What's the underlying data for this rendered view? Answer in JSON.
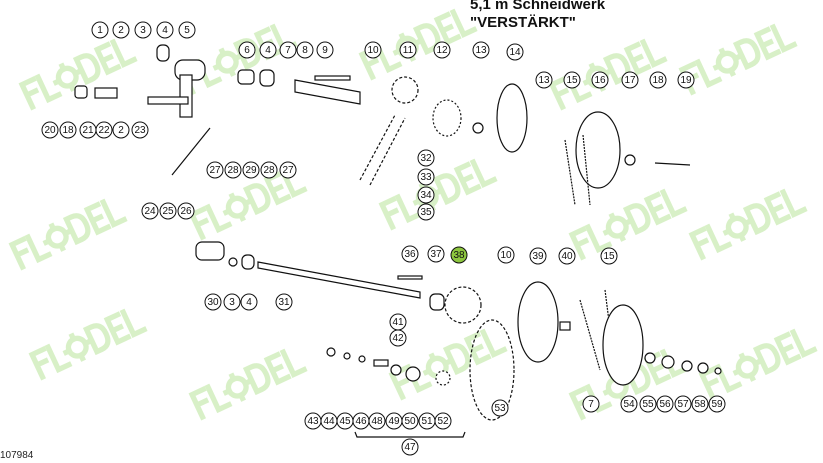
{
  "header": {
    "line1": "5,1 m Schneidwerk",
    "line2": "\"VERSTÄRKT\""
  },
  "figure_code": "107984",
  "watermark": "FL⚙DEL",
  "colors": {
    "highlight": "#8dc63f",
    "watermark": "#b9e59a"
  },
  "highlighted_part": "38",
  "callouts": [
    "1",
    "2",
    "3",
    "4",
    "5",
    "6",
    "4",
    "7",
    "8",
    "9",
    "10",
    "11",
    "12",
    "13",
    "14",
    "13",
    "15",
    "16",
    "17",
    "18",
    "19",
    "20",
    "18",
    "21",
    "22",
    "2",
    "23",
    "27",
    "28",
    "29",
    "28",
    "27",
    "24",
    "25",
    "26",
    "32",
    "33",
    "34",
    "35",
    "30",
    "3",
    "4",
    "31",
    "36",
    "37",
    "38",
    "10",
    "39",
    "40",
    "15",
    "41",
    "42",
    "43",
    "44",
    "45",
    "46",
    "48",
    "49",
    "50",
    "51",
    "52",
    "47",
    "53",
    "7",
    "54",
    "55",
    "56",
    "57",
    "58",
    "59"
  ]
}
